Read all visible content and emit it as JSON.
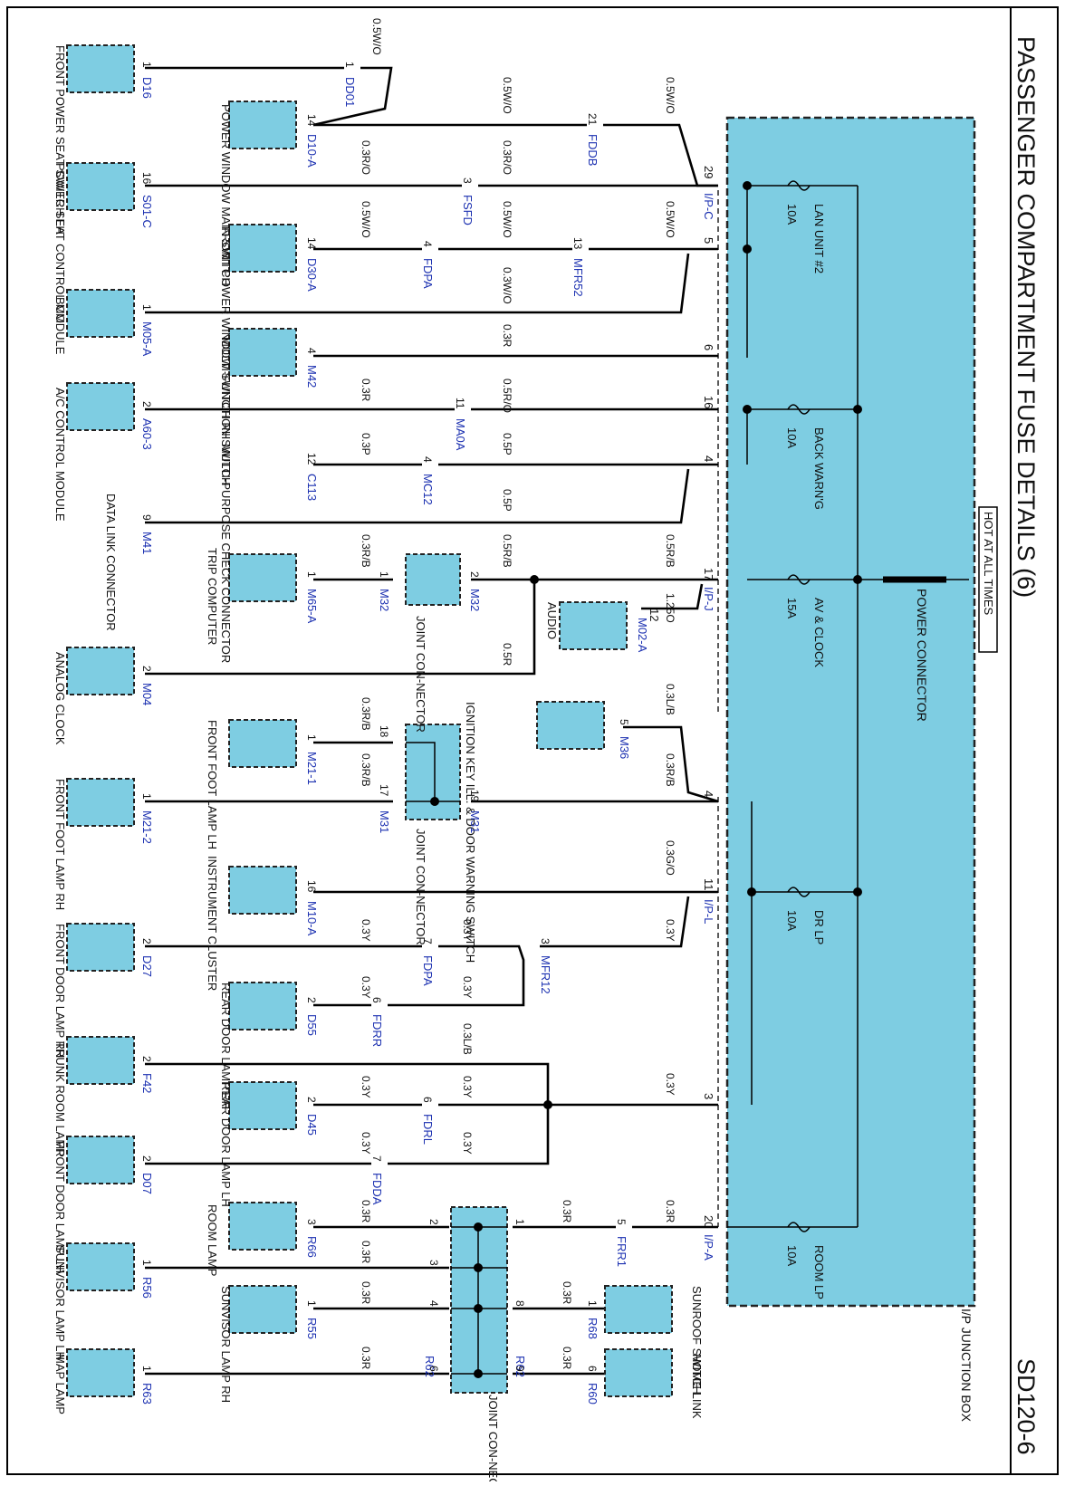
{
  "title": "PASSENGER COMPARTMENT FUSE DETAILS (6)",
  "page_id": "SD120-6",
  "hot_label": "HOT AT ALL TIMES",
  "power_connector": "POWER CONNECTOR",
  "junction_box": "I/P JUNCTION BOX",
  "fuses": [
    {
      "name": "LAN UNIT #2",
      "rating": "10A"
    },
    {
      "name": "BACK WARN'G",
      "rating": "10A"
    },
    {
      "name": "AV & CLOCK",
      "rating": "15A"
    },
    {
      "name": "DR LP",
      "rating": "10A"
    },
    {
      "name": "ROOM LP",
      "rating": "10A"
    }
  ],
  "components": [
    {
      "name": "FRONT POWER SEAT SWITCH LH",
      "connector": "D16",
      "pin": "1"
    },
    {
      "name": "POWER WINDOW MAIN SWITCH",
      "connector": "D10-A",
      "pin": "14"
    },
    {
      "name": "POWER SEAT CONTROL MODULE",
      "connector": "S01-C",
      "pin": "16"
    },
    {
      "name": "FRONT POWER WINDOW SWITCH RH",
      "connector": "D30-A",
      "pin": "14"
    },
    {
      "name": "BCM",
      "connector": "M05-A",
      "pin": "1"
    },
    {
      "name": "MULTI-FUNCTION SWITCH",
      "connector": "M42",
      "pin": "4"
    },
    {
      "name": "A/C CONTROL MODULE",
      "connector": "A60-3",
      "pin": "2"
    },
    {
      "name": "MULTI-PURPOSE CHECK CONNECTOR",
      "connector": "C113",
      "pin": "12"
    },
    {
      "name": "DATA LINK CONNECTOR",
      "connector": "M41",
      "pin": "9"
    },
    {
      "name": "TRIP COMPUTER",
      "connector": "M65-A",
      "pin": "1"
    },
    {
      "name": "JOINT CON-NECTOR",
      "connector": "M32",
      "pin": "1"
    },
    {
      "name": "AUDIO",
      "connector": "M02-A",
      "pin": "12"
    },
    {
      "name": "ANALOG CLOCK",
      "connector": "M04",
      "pin": "2"
    },
    {
      "name": "IGNITION KEY ILL. & DOOR WARNING SWITCH",
      "connector": "M36",
      "pin": "5"
    },
    {
      "name": "FRONT FOOT LAMP LH",
      "connector": "M21-1",
      "pin": "1"
    },
    {
      "name": "FRONT FOOT LAMP RH",
      "connector": "M21-2",
      "pin": "1"
    },
    {
      "name": "JOINT CON-NECTOR",
      "connector": "M31",
      "pin": "19"
    },
    {
      "name": "INSTRUMENT CLUSTER",
      "connector": "M10-A",
      "pin": "16"
    },
    {
      "name": "FRONT DOOR LAMP RH",
      "connector": "D27",
      "pin": "2"
    },
    {
      "name": "REAR DOOR LAMP RH",
      "connector": "D55",
      "pin": "2"
    },
    {
      "name": "TRUNK ROOM LAMP",
      "connector": "F42",
      "pin": "2"
    },
    {
      "name": "REAR DOOR LAMP LH",
      "connector": "D45",
      "pin": "2"
    },
    {
      "name": "FRONT DOOR LAMP LH",
      "connector": "D07",
      "pin": "2"
    },
    {
      "name": "ROOM LAMP",
      "connector": "R66",
      "pin": "3"
    },
    {
      "name": "SUNVISOR LAMP LH",
      "connector": "R56",
      "pin": "1"
    },
    {
      "name": "SUNVISOR LAMP RH",
      "connector": "R55",
      "pin": "1"
    },
    {
      "name": "SUNROOF SWITCH",
      "connector": "R68",
      "pin": "1"
    },
    {
      "name": "MAP LAMP",
      "connector": "R63",
      "pin": "1"
    },
    {
      "name": "HOME LINK",
      "connector": "R60",
      "pin": "6"
    },
    {
      "name": "JOINT CON-NECTOR",
      "connector": "R62",
      "pin": "9"
    }
  ],
  "inline_connectors": [
    {
      "id": "DD01",
      "pin": "1"
    },
    {
      "id": "FDDB",
      "pin": "21"
    },
    {
      "id": "FSFD",
      "pin": "3"
    },
    {
      "id": "FDPA",
      "pin": "4"
    },
    {
      "id": "MFR52",
      "pin": "13"
    },
    {
      "id": "MA0A",
      "pin": "11"
    },
    {
      "id": "MC12",
      "pin": "4"
    },
    {
      "id": "FDPA",
      "pin": "7"
    },
    {
      "id": "MFR12",
      "pin": "3"
    },
    {
      "id": "FDRR",
      "pin": "6"
    },
    {
      "id": "FDRL",
      "pin": "6"
    },
    {
      "id": "FDDA",
      "pin": "7"
    },
    {
      "id": "FRR1",
      "pin": "5"
    }
  ],
  "ip_connectors": [
    "I/P-C",
    "I/P-J",
    "I/P-L",
    "I/P-A"
  ],
  "ip_pins": [
    "29",
    "5",
    "6",
    "16",
    "4",
    "17",
    "12",
    "4",
    "11",
    "3",
    "20"
  ],
  "joint_pins": [
    "18",
    "17",
    "19",
    "2",
    "3",
    "4",
    "6",
    "1",
    "8",
    "9",
    "2",
    "1"
  ],
  "wires": [
    "0.5W/O",
    "0.3R/O",
    "0.3W/O",
    "0.3R",
    "0.5R/O",
    "0.3P",
    "0.5P",
    "0.5R/B",
    "0.3R/B",
    "1.25O",
    "0.5R",
    "0.3L/B",
    "0.3R/B",
    "0.3G/O",
    "0.3Y",
    "0.3L/B"
  ]
}
